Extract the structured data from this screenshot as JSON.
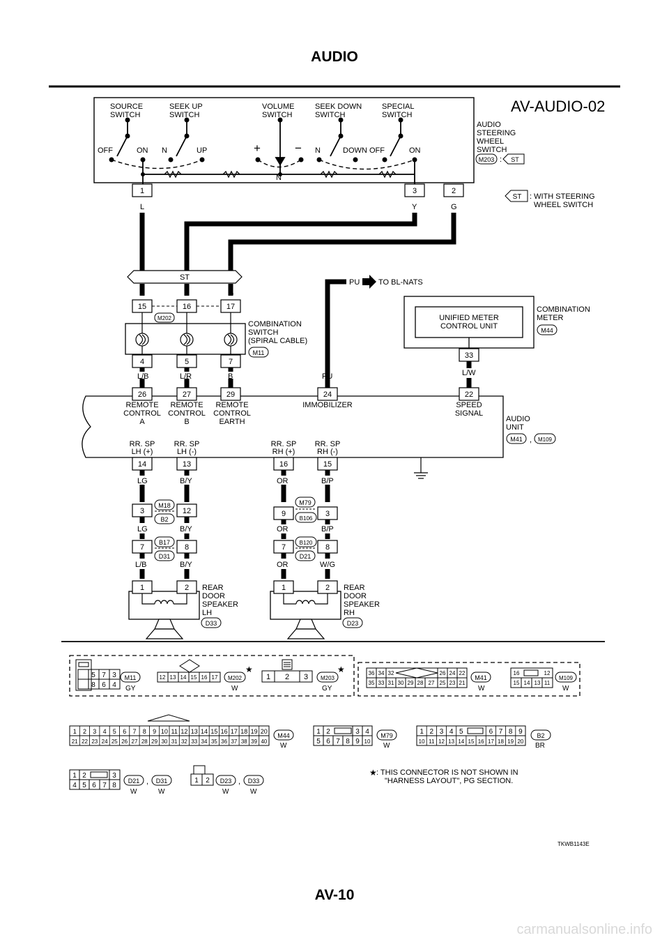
{
  "page": {
    "title": "AUDIO",
    "page_number": "AV-10",
    "diagram_id": "AV-AUDIO-02",
    "figure_code": "TKWB1143E",
    "watermark": "carmanualsonline.info"
  },
  "steering_switch": {
    "switch_labels": [
      {
        "line1": "SOURCE",
        "line2": "SWITCH"
      },
      {
        "line1": "SEEK UP",
        "line2": "SWITCH"
      },
      {
        "line1": "VOLUME",
        "line2": "SWITCH"
      },
      {
        "line1": "SEEK DOWN",
        "line2": "SWITCH"
      },
      {
        "line1": "SPECIAL",
        "line2": "SWITCH"
      }
    ],
    "positions": [
      "OFF",
      "ON",
      "N",
      "UP",
      "+",
      "−",
      "N",
      "N",
      "DOWN",
      "OFF",
      "ON"
    ],
    "name_lines": [
      "AUDIO",
      "STEERING",
      "WHEEL",
      "SWITCH"
    ],
    "connector": "M203",
    "option_tag": "ST",
    "pins": [
      "1",
      "3",
      "2"
    ],
    "wire_colors": [
      "L",
      "Y",
      "G"
    ]
  },
  "option_note": {
    "tag": "ST",
    "text1": ": WITH STEERING",
    "text2": "WHEEL SWITCH"
  },
  "st_bar": {
    "label": "ST",
    "wire_colors": [
      "L",
      "Y",
      "G"
    ]
  },
  "combination_switch": {
    "top_pins": [
      "15",
      "16",
      "17"
    ],
    "top_connector": "M202",
    "name_lines": [
      "COMBINATION",
      "SWITCH",
      "(SPIRAL CABLE)"
    ],
    "connector": "M11",
    "bottom_pins": [
      "4",
      "5",
      "7"
    ],
    "wire_colors": [
      "L/B",
      "L/R",
      "B"
    ]
  },
  "pu_line": {
    "color": "PU",
    "text": "TO BL-NATS"
  },
  "combination_meter": {
    "unit_line1": "UNIFIED METER",
    "unit_line2": "CONTROL UNIT",
    "name_lines": [
      "COMBINATION",
      "METER"
    ],
    "connector": "M44",
    "pin": "33",
    "wire_color": "L/W"
  },
  "audio_unit": {
    "top_pins": [
      "26",
      "27",
      "29",
      "24",
      "22"
    ],
    "top_labels": [
      {
        "lines": [
          "REMOTE",
          "CONTROL",
          "A"
        ]
      },
      {
        "lines": [
          "REMOTE",
          "CONTROL",
          "B"
        ]
      },
      {
        "lines": [
          "REMOTE",
          "CONTROL",
          "EARTH"
        ]
      },
      {
        "lines": [
          "IMMOBILIZER"
        ]
      },
      {
        "lines": [
          "SPEED",
          "SIGNAL"
        ]
      }
    ],
    "name_lines": [
      "AUDIO",
      "UNIT"
    ],
    "connectors": [
      "M41",
      "M109"
    ],
    "bottom_labels": [
      {
        "line1": "RR. SP",
        "line2": "LH (+)"
      },
      {
        "line1": "RR. SP",
        "line2": "LH (-)"
      },
      {
        "line1": "RR. SP",
        "line2": "RH (+)"
      },
      {
        "line1": "RR. SP",
        "line2": "RH (-)"
      }
    ],
    "bottom_pins": [
      "14",
      "13",
      "16",
      "15"
    ]
  },
  "lh_harness": {
    "col1": [
      "LG",
      "3",
      "LG",
      "7",
      "L/B"
    ],
    "col2": [
      "B/Y",
      "12",
      "B/Y",
      "8",
      "B/Y"
    ],
    "jc1": [
      "M18",
      "B2"
    ],
    "jc2": [
      "B17",
      "D31"
    ]
  },
  "rh_harness": {
    "col1": [
      "OR",
      "9",
      "OR",
      "7",
      "OR"
    ],
    "col2": [
      "B/P",
      "3",
      "B/P",
      "8",
      "W/G"
    ],
    "jc1": [
      "M79",
      "B106"
    ],
    "jc2": [
      "B120",
      "D21"
    ]
  },
  "speaker_lh": {
    "pins": [
      "1",
      "2"
    ],
    "name_lines": [
      "REAR",
      "DOOR",
      "SPEAKER",
      "LH"
    ],
    "connector": "D33"
  },
  "speaker_rh": {
    "pins": [
      "1",
      "2"
    ],
    "name_lines": [
      "REAR",
      "DOOR",
      "SPEAKER",
      "RH"
    ],
    "connector": "D23"
  },
  "connector_faces": {
    "m11": {
      "row1": [
        "5",
        "7",
        "3"
      ],
      "row2": [
        "8",
        "6",
        "4"
      ],
      "name": "M11",
      "color": "GY"
    },
    "m202": {
      "row1": [
        "12",
        "13",
        "14",
        "15",
        "16",
        "17"
      ],
      "name": "M202",
      "color": "W"
    },
    "m203": {
      "row1": [
        "1",
        "2",
        "3"
      ],
      "name": "M203",
      "color": "GY"
    },
    "m41": {
      "row1": [
        "36",
        "34",
        "32",
        "26",
        "24",
        "22"
      ],
      "row2": [
        "35",
        "33",
        "31",
        "30",
        "29",
        "28",
        "27",
        "25",
        "23",
        "21"
      ],
      "name": "M41",
      "color": "W"
    },
    "m109": {
      "row1": [
        "16",
        "12"
      ],
      "row2": [
        "15",
        "14",
        "13",
        "11"
      ],
      "name": "M109",
      "color": "W"
    },
    "m44": {
      "row1": [
        "1",
        "2",
        "3",
        "4",
        "5",
        "6",
        "7",
        "8",
        "9",
        "10",
        "11",
        "12",
        "13",
        "14",
        "15",
        "16",
        "17",
        "18",
        "19",
        "20"
      ],
      "row2": [
        "21",
        "22",
        "23",
        "24",
        "25",
        "26",
        "27",
        "28",
        "29",
        "30",
        "31",
        "32",
        "33",
        "34",
        "35",
        "36",
        "37",
        "38",
        "39",
        "40"
      ],
      "name": "M44",
      "color": "W"
    },
    "m79": {
      "row1": [
        "1",
        "2",
        "3",
        "4"
      ],
      "row2": [
        "5",
        "6",
        "7",
        "8",
        "9",
        "10"
      ],
      "name": "M79",
      "color": "W"
    },
    "b2": {
      "row1": [
        "1",
        "2",
        "3",
        "4",
        "5",
        "6",
        "7",
        "8",
        "9"
      ],
      "row2": [
        "10",
        "11",
        "12",
        "13",
        "14",
        "15",
        "16",
        "17",
        "18",
        "19",
        "20"
      ],
      "name": "B2",
      "color": "BR"
    },
    "d21": {
      "row1": [
        "1",
        "2",
        "3"
      ],
      "row2": [
        "4",
        "5",
        "6",
        "7",
        "8"
      ],
      "names": [
        "D21",
        "D31"
      ],
      "colors": [
        "W",
        "W"
      ]
    },
    "d23": {
      "row1": [
        "1",
        "2"
      ],
      "names": [
        "D23",
        "D33"
      ],
      "colors": [
        "W",
        "W"
      ]
    }
  },
  "footnote": {
    "star": "★",
    "line1": ": THIS CONNECTOR IS NOT SHOWN IN",
    "line2": "\"HARNESS LAYOUT\", PG SECTION."
  }
}
